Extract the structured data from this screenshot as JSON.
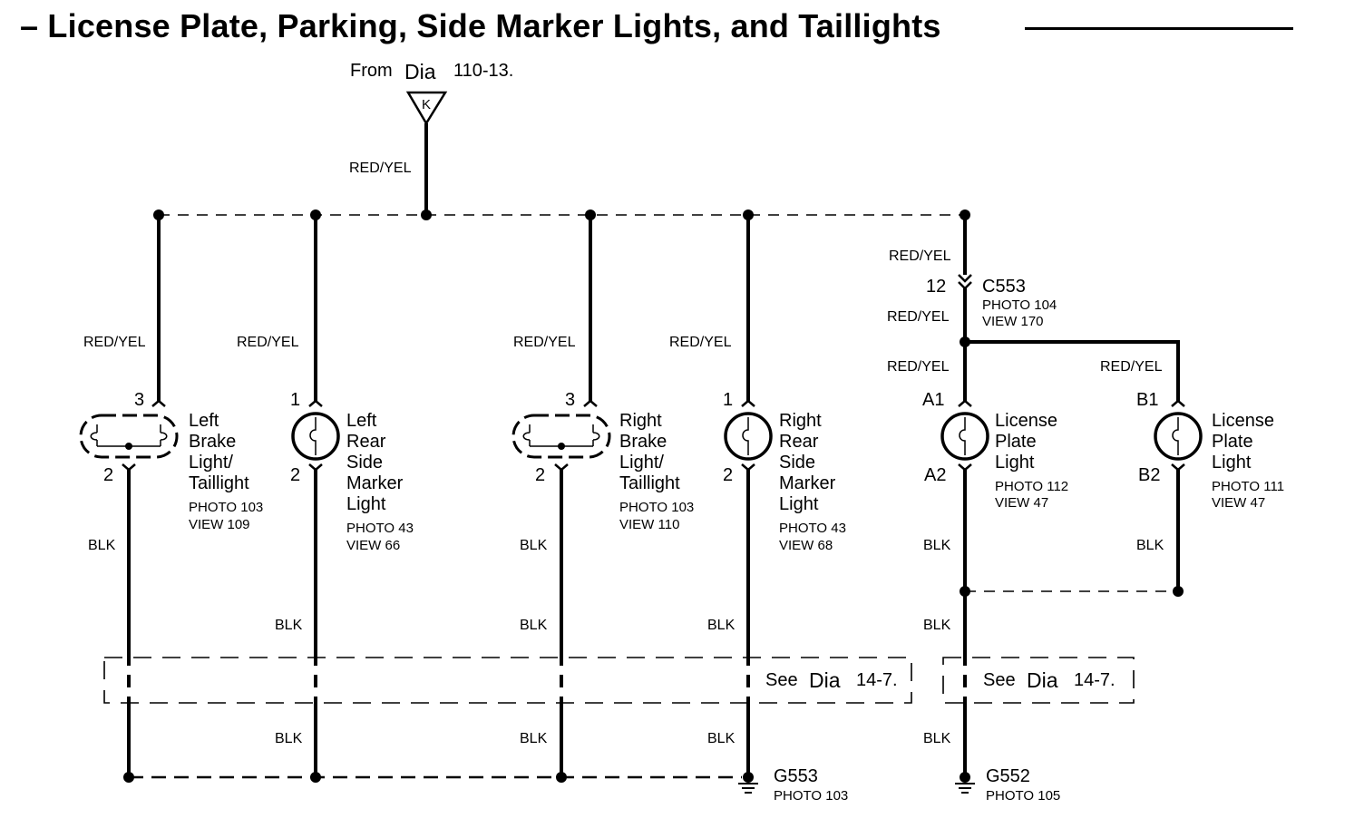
{
  "title": "– License Plate, Parking, Side Marker Lights, and Taillights",
  "source": {
    "from": "From",
    "dia": "Dia",
    "ref": "110-13.",
    "connector": "K"
  },
  "wire_colors": {
    "feed": "RED/YEL",
    "ground": "BLK"
  },
  "components": [
    {
      "key": "left_brake",
      "lines": [
        "Left",
        "Brake",
        "Light/",
        "Taillight"
      ],
      "photo": "PHOTO 103",
      "view": "VIEW 109",
      "pin_top": "3",
      "pin_bottom": "2"
    },
    {
      "key": "left_side_marker",
      "lines": [
        "Left",
        "Rear",
        "Side",
        "Marker",
        "Light"
      ],
      "photo": "PHOTO 43",
      "view": "VIEW 66",
      "pin_top": "1",
      "pin_bottom": "2"
    },
    {
      "key": "right_brake",
      "lines": [
        "Right",
        "Brake",
        "Light/",
        "Taillight"
      ],
      "photo": "PHOTO 103",
      "view": "VIEW 110",
      "pin_top": "3",
      "pin_bottom": "2"
    },
    {
      "key": "right_side_marker",
      "lines": [
        "Right",
        "Rear",
        "Side",
        "Marker",
        "Light"
      ],
      "photo": "PHOTO 43",
      "view": "VIEW 68",
      "pin_top": "1",
      "pin_bottom": "2"
    },
    {
      "key": "license_a",
      "lines": [
        "License",
        "Plate",
        "Light"
      ],
      "photo": "PHOTO 112",
      "view": "VIEW 47",
      "pin_top": "A1",
      "pin_bottom": "A2"
    },
    {
      "key": "license_b",
      "lines": [
        "License",
        "Plate",
        "Light"
      ],
      "photo": "PHOTO 111",
      "view": "VIEW 47",
      "pin_top": "B1",
      "pin_bottom": "B2"
    }
  ],
  "connector_c553": {
    "pin": "12",
    "name": "C553",
    "photo": "PHOTO 104",
    "view": "VIEW 170"
  },
  "see_notes": [
    {
      "see": "See",
      "dia": "Dia",
      "ref": "14-7."
    },
    {
      "see": "See",
      "dia": "Dia",
      "ref": "14-7."
    }
  ],
  "grounds": [
    {
      "name": "G553",
      "photo": "PHOTO 103"
    },
    {
      "name": "G552",
      "photo": "PHOTO 105"
    }
  ]
}
